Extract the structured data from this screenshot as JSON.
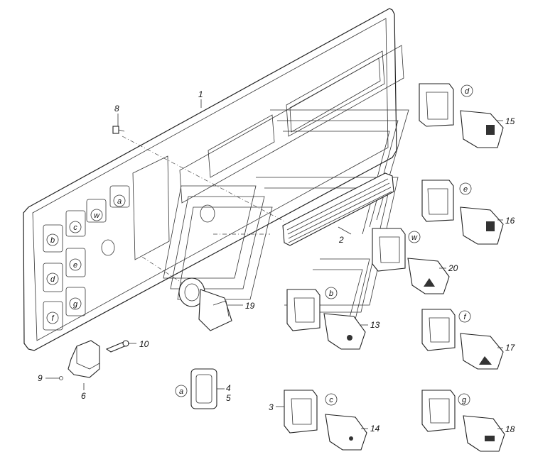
{
  "callouts": {
    "c1": "1",
    "c2": "2",
    "c3": "3",
    "c4": "4",
    "c5": "5",
    "c6": "6",
    "c8": "8",
    "c9": "9",
    "c10": "10",
    "c13": "13",
    "c14": "14",
    "c15": "15",
    "c16": "16",
    "c17": "17",
    "c18": "18",
    "c19": "19",
    "c20": "20"
  },
  "panel_slots": {
    "a": "a",
    "w": "w",
    "c": "c",
    "b": "b",
    "e": "e",
    "d": "d",
    "g": "g",
    "f": "f"
  },
  "switch_letters": {
    "d": "d",
    "e": "e",
    "w": "w",
    "b": "b",
    "f": "f",
    "g": "g",
    "c": "c",
    "a": "a"
  }
}
